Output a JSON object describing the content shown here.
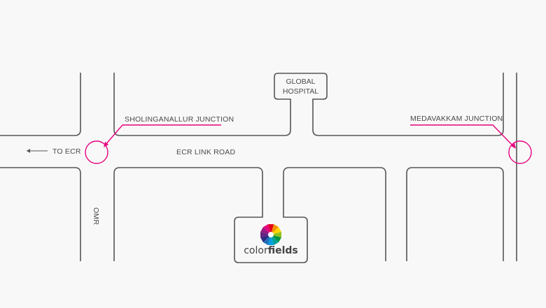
{
  "map": {
    "labels": {
      "to_ecr": "TO ECR",
      "ecr_link_road": "ECR LINK ROAD",
      "omr": "OMR",
      "global_hospital_line1": "GLOBAL",
      "global_hospital_line2": "HOSPITAL",
      "sholinganallur_junction": "SHOLINGANALLUR JUNCTION",
      "medavakkam_junction": "MEDAVAKKAM JUNCTION"
    },
    "logo": {
      "text_plain": "color",
      "text_bold": "fields"
    },
    "colors": {
      "background": "#f8f8f8",
      "road_stroke": "#555555",
      "marker": "#e6007e",
      "label": "#4a4a4a"
    }
  }
}
